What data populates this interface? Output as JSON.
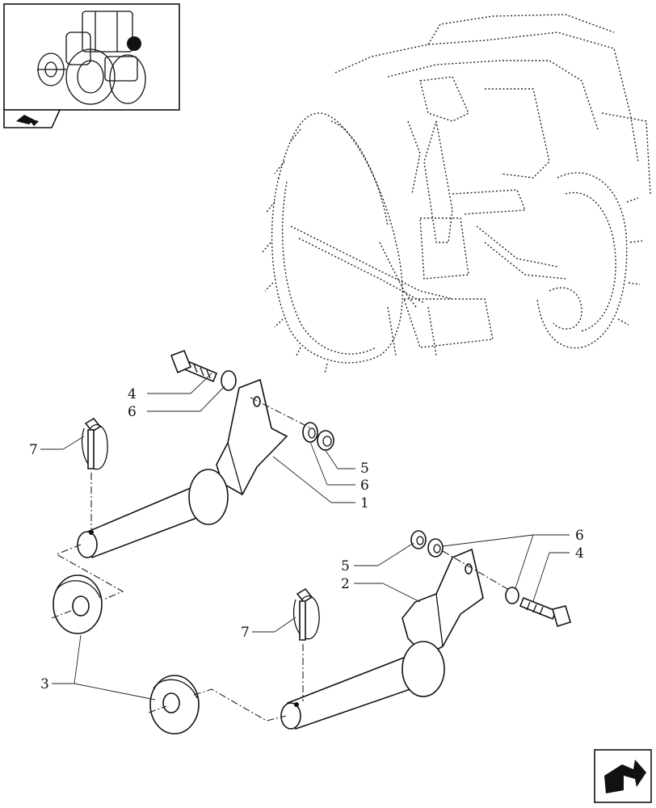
{
  "callouts": {
    "item_1": "1",
    "item_2": "2",
    "item_3": "3",
    "item_4_top": "4",
    "item_4_right": "4",
    "item_5_right": "5",
    "item_5_left": "5",
    "item_6_left": "6",
    "item_6_right": "6",
    "item_6_top": "6",
    "item_7_top": "7",
    "item_7_bottom": "7"
  },
  "icons": {
    "thumbnail": "tractor-thumbnail-icon",
    "thumbnail_tab": "book-tab-icon",
    "nav": "next-page-arrow-icon"
  }
}
